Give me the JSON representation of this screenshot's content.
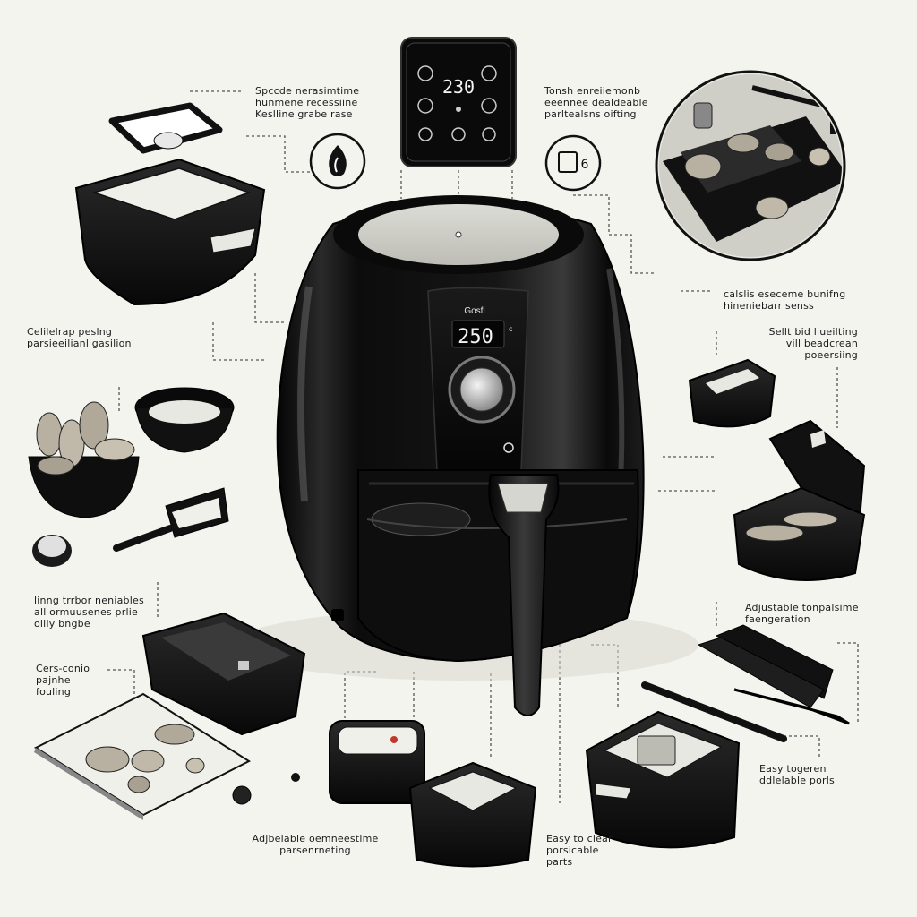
{
  "callouts": {
    "top_left": "Spccde nerasimtime\nhunmene recessiine\nKeslline grabe rase",
    "top_center": "Tonsh enreiiemonb\neeennee dealdeable\nparltealsns oifting",
    "right_upper": "calslis eseceme bunifng\nhineniebarr senss",
    "right_mid": "Sellt bid liueilting\nvill beadcrean\npoeersiing",
    "left_upper": "Celilelrap peslng\nparsieeilianl gasilion",
    "left_mid": "linng trrbor neniables\nall ormuusenes prlie\noilly bngbe",
    "left_lower": "Cers-conio\npajnhe\nfouling",
    "right_lower": "Adjustable tonpalsime\nfaengeration",
    "right_bottom": "Easy togeren\nddlelable porls",
    "bottom_center": "Adjbelable oemneestime\nparsenrneting",
    "bottom_right": "Easy to clean\nporsicable\nparts"
  },
  "device": {
    "brand": "Gosfi",
    "display_temp": "250",
    "display_unit": "c"
  },
  "touch_panel": {
    "display_temp": "230"
  },
  "badges": {
    "right_badge_text": "6"
  },
  "colors": {
    "background": "#f4f4ef",
    "body_black": "#111111",
    "line_gray": "#555555"
  }
}
